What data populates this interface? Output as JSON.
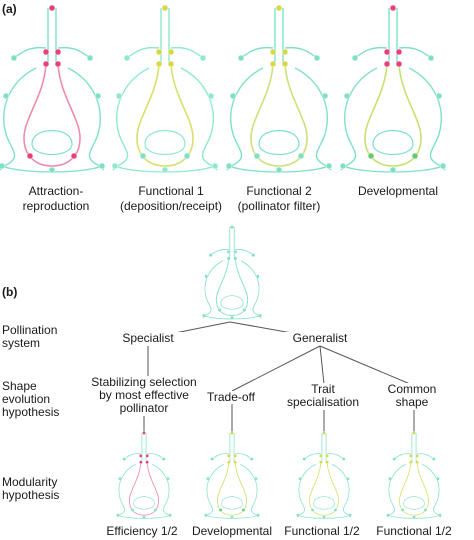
{
  "panel_a": {
    "letter": "(a)",
    "captions": [
      {
        "line1": "Attraction-",
        "line2": "reproduction",
        "flower": {
          "outer": "#7fe0c8",
          "inner": "#f08ab0",
          "lm_top": "#e8407a",
          "lm_bottom": "#e8407a"
        }
      },
      {
        "line1": "Functional 1",
        "line2": "(deposition/receipt)",
        "flower": {
          "outer": "#8fe8d0",
          "inner": "#d8e06a",
          "lm_top": "#d6d84a",
          "lm_bottom": "#7fe0c8"
        }
      },
      {
        "line1": "Functional 2",
        "line2": "(pollinator filter)",
        "flower": {
          "outer": "#7fe0c8",
          "inner": "#cde07a",
          "lm_top": "#d6d84a",
          "lm_bottom": "#7fe0c8"
        }
      },
      {
        "line1": "Developmental",
        "line2": "",
        "flower": {
          "outer": "#7fe0c8",
          "inner": "#c8e070",
          "lm_top": "#e8407a",
          "lm_bottom": "#68c870"
        }
      }
    ]
  },
  "panel_b": {
    "letter": "(b)",
    "row_labels": {
      "pollination": [
        "Pollination",
        "system"
      ],
      "shape": [
        "Shape",
        "evolution",
        "hypothesis"
      ],
      "modularity": [
        "Modularity",
        "hypothesis"
      ]
    },
    "nodes": {
      "specialist": "Specialist",
      "generalist": "Generalist",
      "stabilizing": [
        "Stabilizing selection",
        "by most effective",
        "pollinator"
      ],
      "tradeoff": "Trade-off",
      "trait": [
        "Trait",
        "specialisation"
      ],
      "common": [
        "Common",
        "shape"
      ]
    },
    "bottom_captions": [
      "Efficiency 1/2",
      "Developmental",
      "Functional 1/2",
      "Functional 1/2"
    ]
  }
}
